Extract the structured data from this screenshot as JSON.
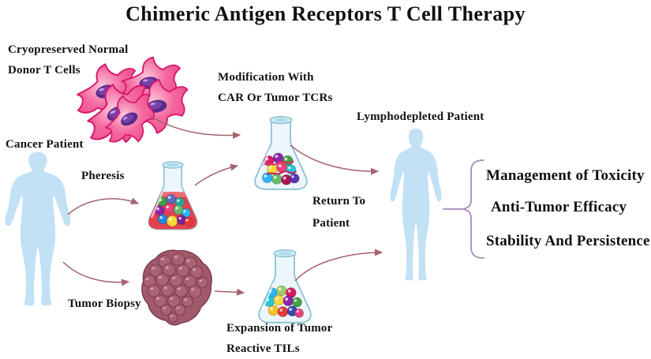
{
  "title": "Chimeric Antigen Receptors T Cell Therapy",
  "labels": {
    "donor_line1": "Cryopreserved Normal",
    "donor_line2": "Donor T Cells",
    "cancer_patient": "Cancer Patient",
    "pheresis": "Pheresis",
    "modification_line1": "Modification With",
    "modification_line2": "CAR Or Tumor TCRs",
    "lymphodepleted": "Lymphodepleted Patient",
    "return_line1": "Return To",
    "return_line2": "Patient",
    "tumor_biopsy": "Tumor Biopsy",
    "expansion_line1": "Expansion of Tumor",
    "expansion_line2": "Reactive TILs"
  },
  "outcomes": [
    "Management of Toxicity",
    "Anti-Tumor Efficacy",
    "Stability And Persistence"
  ],
  "icons": {
    "donor_cells": "t-cells-cluster-icon",
    "left_figure": "patient-silhouette-icon",
    "right_figure": "patient-silhouette-icon",
    "flask_pheresis": "flask-red-liquid-cells-icon",
    "flask_modification": "flask-modified-cells-icon",
    "flask_expansion": "flask-expanded-cells-icon",
    "tumor": "tumor-mass-icon",
    "bracket": "curly-brace-icon"
  },
  "colors": {
    "text": "#111111",
    "patient_silhouette": "#c2e1f5",
    "arrow": "#a5626f",
    "brace": "#a58abb",
    "cell_pink": "#f06a9e",
    "cell_outline": "#d6186e",
    "nucleus_purple": "#5b2b88",
    "tumor_maroon": "#a65b6e",
    "flask_outline": "#8fc3d6",
    "flask_liquid_red": "#e2444e"
  }
}
